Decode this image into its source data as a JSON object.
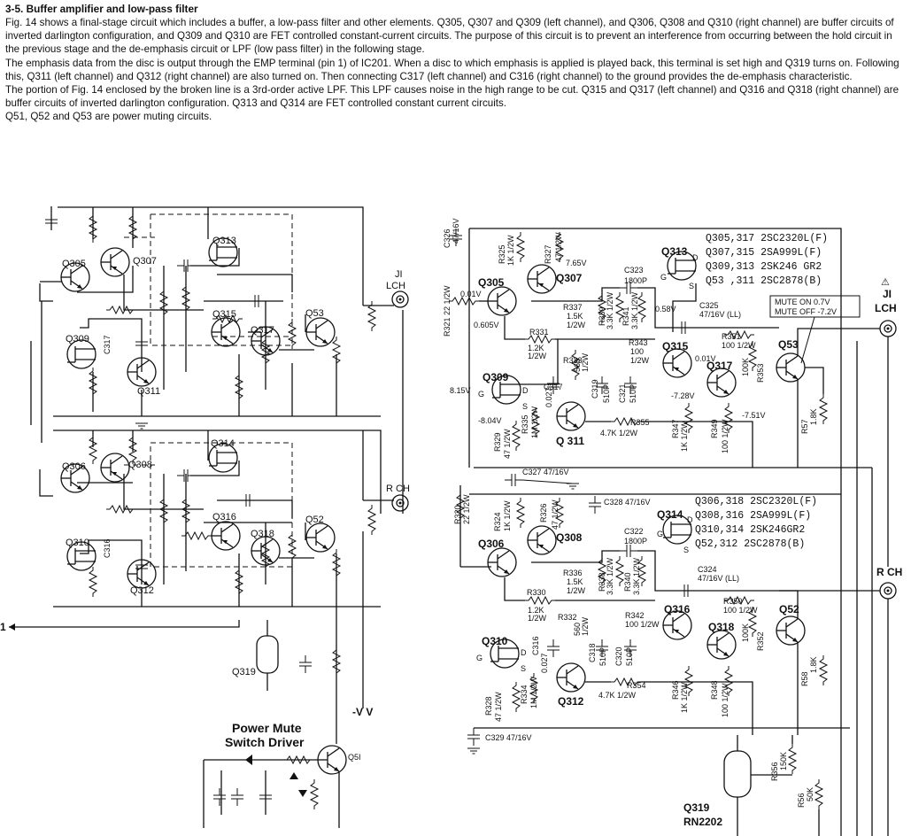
{
  "section": {
    "heading": "3-5. Buffer amplifier and low-pass filter",
    "paragraphs": [
      "Fig. 14 shows a final-stage circuit which includes a buffer, a low-pass filter and other elements.  Q305, Q307 and Q309 (left channel), and Q306, Q308 and Q310 (right channel) are buffer circuits of inverted darlington configuration, and Q309 and Q310 are FET controlled constant-current circuits.  The purpose of this circuit is to prevent an interference from occurring between the hold circuit in the previous stage and the de-emphasis circuit  or LPF (low pass filter) in the following stage.",
      "The emphasis data from the disc is output through the EMP terminal (pin 1) of IC201.  When a disc to which emphasis is applied is played back, this terminal is set high and Q319 turns on.  Following this, Q311 (left channel) and Q312 (right channel) are also turned on.  Then connecting C317 (left channel) and C316 (right channel) to the ground provides the de-emphasis characteristic.",
      "The portion of Fig. 14 enclosed by the broken line is a 3rd-order active LPF.  This LPF causes noise in the high range to be cut. Q315 and Q317 (left channel) and Q316 and Q318 (right channel) are buffer circuits of inverted darlington configuration.  Q313 and Q314 are FET controlled constant current circuits.",
      "Q51, Q52 and Q53 are power muting circuits."
    ]
  },
  "left_diagram": {
    "labels": {
      "q305": "Q305",
      "q307": "Q307",
      "q313": "Q313",
      "q309": "Q309",
      "c317": "C317",
      "q311": "Q311",
      "q315": "Q315",
      "q317": "Q317",
      "q53": "Q53",
      "ji": "JI",
      "lch": "LCH",
      "rch": "R CH",
      "q306": "Q306",
      "q308": "Q308",
      "q314": "Q314",
      "q310": "Q310",
      "c316": "C316",
      "q312": "Q312",
      "q316": "Q316",
      "q318": "Q318",
      "q52": "Q52",
      "pin1": "1",
      "q319": "Q319",
      "vv": "-V V",
      "pm1": "Power Mute",
      "pm2": "Switch Driver",
      "q51": "Q5I"
    }
  },
  "right_diagram": {
    "parts_upper": [
      "Q305,317  2SC2320L(F)",
      "Q307,315  2SA999L(F)",
      "Q309,313  2SK246 GR2",
      "Q53 ,311  2SC2878(B)"
    ],
    "parts_lower": [
      "Q306,318  2SC2320L(F)",
      "Q308,316  2SA999L(F)",
      "Q310,314  2SK246GR2",
      "Q52,312  2SC2878(B)"
    ],
    "mute_box": [
      "MUTE ON  0.7V",
      "MUTE OFF -7.2V"
    ],
    "jack": {
      "warn": "⚠",
      "ji": "JI",
      "lch": "LCH",
      "rch": "R CH"
    },
    "transistors": {
      "q305": "Q305",
      "q307": "Q307",
      "q313": "Q313",
      "q309": "Q309",
      "q311": "Q 311",
      "q315": "Q315",
      "q317": "Q317",
      "q53": "Q53",
      "q306": "Q306",
      "q308": "Q308",
      "q314": "Q314",
      "q310": "Q310",
      "q312": "Q312",
      "q316": "Q316",
      "q318": "Q318",
      "q52": "Q52",
      "q319": "Q319",
      "rn2202": "RN2202"
    },
    "components": {
      "c326": "C326",
      "c326v": "47/16V",
      "r325": "R325",
      "r325v": "1K 1/2W",
      "r327": "R327",
      "r327v": "47 1/2W",
      "v765": "7.65V",
      "c323": "C323",
      "c323v": "1800P",
      "v058": "0.58V",
      "v001": "0.01V",
      "r321": "R321 22 1/2W",
      "v0605": "0.605V",
      "r337": "R337",
      "r337v": "1.5K",
      "r337w": "1/2W",
      "r339": "R339",
      "r339v": "3.3K 1/2W",
      "r341": "R341",
      "r341v": "3.3K 1/2W",
      "c325": "C325",
      "c325v": "47/16V (LL)",
      "r331": "R331",
      "r331v": "1.2K",
      "r331w": "1/2W",
      "r343": "R343",
      "r343v": "100",
      "r343w": "1/2W",
      "r351": "R351",
      "r351v": "100 1/2W",
      "v001b": "0.01V",
      "r333": "R333",
      "r333v": "560",
      "r333w": "1/2W",
      "c319": "C319",
      "c319v": "510P",
      "c317": "C317",
      "c317v": "0.027",
      "c321": "C321",
      "c321v": "510P",
      "v815": "8.15V",
      "v728": "-7.28V",
      "v804": "-8.04V",
      "r335": "R335",
      "r335v": "1M 1/2W",
      "r329": "R329",
      "r329v": "47 1/2W",
      "r353": "R353",
      "r353v": "100K",
      "r355": "R355",
      "r355v": "4.7K 1/2W",
      "r347": "R347",
      "r347v": "1K 1/2W",
      "r349": "R349",
      "r349v": "100 1/2W",
      "v751": "-7.51V",
      "r57": "R57",
      "r57v": "1.8K",
      "c327": "C327 47/16V",
      "r320": "R320",
      "r320v": "22 1/2W",
      "c328": "C328 47/16V",
      "r324": "R324",
      "r324v": "1K 1/2W",
      "r326": "R326",
      "r326v": "47 1/2W",
      "c322": "C322",
      "c322v": "1800P",
      "r336": "R336",
      "r336v": "1.5K",
      "r336w": "1/2W",
      "r338": "R338",
      "r338v": "3.3K 1/2W",
      "r340": "R340",
      "r340v": "3.3K 1/2W",
      "c324": "C324",
      "c324v": "47/16V (LL)",
      "r330": "R330",
      "r330v": "1.2K",
      "r330w": "1/2W",
      "r332": "R332",
      "r332v": "560",
      "r332w": "1/2W",
      "r342": "R342",
      "r342v": "100 1/2W",
      "r350": "R350",
      "r350v": "100 1/2W",
      "c316": "C316",
      "c316v": "0.027",
      "c318": "C318",
      "c318v": "510P",
      "c320": "C320",
      "c320v": "510P",
      "r352": "R352",
      "r352v": "100K",
      "r58": "R58",
      "r58v": "1.8K",
      "r328": "R328",
      "r328v": "47 1/2W",
      "r334": "R334",
      "r334v": "1M 1/2W",
      "r354": "R354",
      "r354v": "4.7K 1/2W",
      "r346": "R346",
      "r346v": "1K 1/2W",
      "r348": "R348",
      "r348v": "100 1/2W",
      "c329": "C329  47/16V",
      "r356": "R356",
      "r356v": "150K",
      "r56": "R56",
      "r56v": "50K",
      "pin_g": "G",
      "pin_d": "D",
      "pin_s": "S"
    }
  }
}
